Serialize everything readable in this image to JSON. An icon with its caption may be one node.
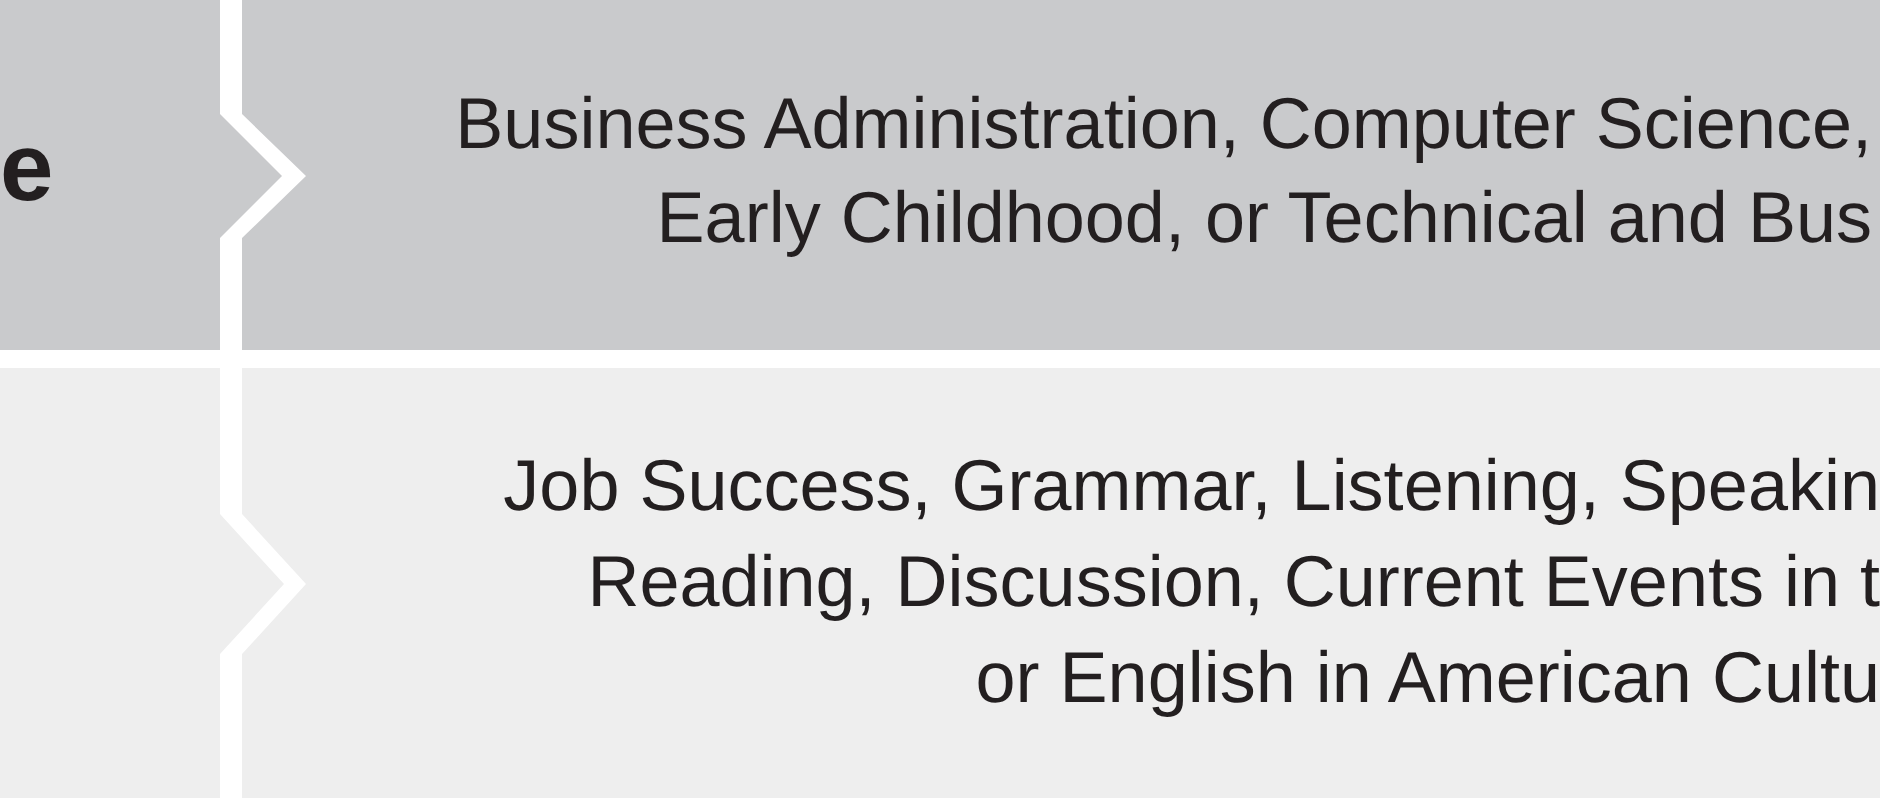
{
  "diagram": {
    "nodes": [
      {
        "text": [
          "e"
        ]
      },
      {
        "text": [
          "Business Administration, Computer Science, Early Childhood, or Technical and Bus"
        ]
      },
      {
        "text": [],
        "shape": "box"
      },
      {
        "text": [
          "Job Success, Grammar, Listening, Speakin Reading, Discussion, Current Events in t or English in American Cultu"
        ]
      }
    ]
  }
}
